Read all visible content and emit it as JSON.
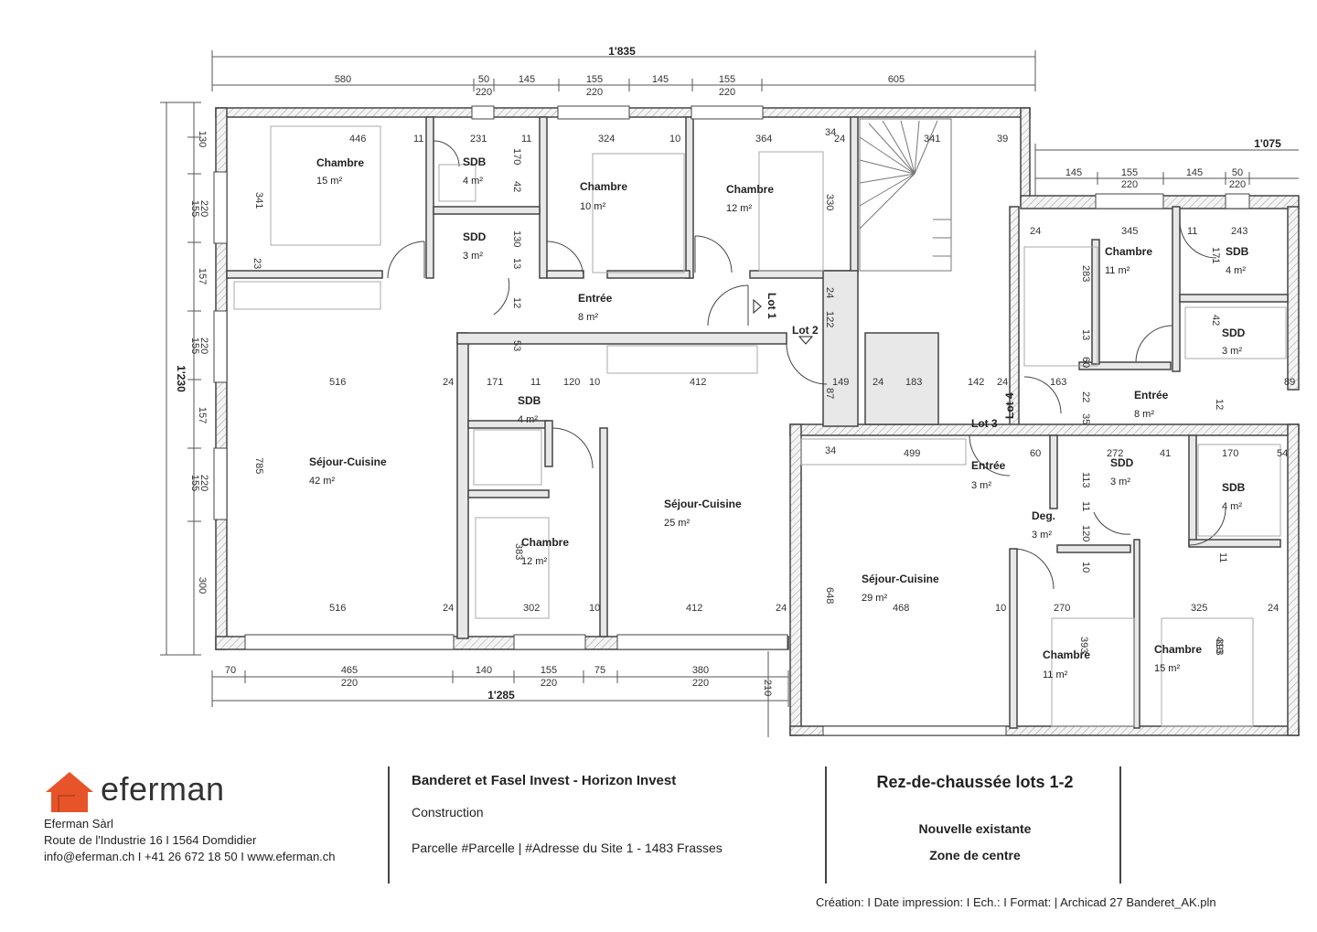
{
  "plan": {
    "dimensions_top": {
      "total": "1'835",
      "row1": [
        "580",
        "50",
        "145",
        "155",
        "145",
        "155",
        "605"
      ],
      "row1_sub": [
        "220",
        "220",
        "220"
      ]
    },
    "dimension_left_total": "1'230",
    "dimensions_left": [
      "130",
      "155",
      "220",
      "157",
      "155",
      "220",
      "157",
      "155",
      "220",
      "300"
    ],
    "dimension_right_top": "1'075",
    "dimensions_right": [
      "145",
      "155",
      "145",
      "50"
    ],
    "dimensions_right_sub": [
      "220",
      "220"
    ],
    "dimension_bottom_total": "1'285",
    "dimensions_bottom": [
      "70",
      "465",
      "140",
      "155",
      "75",
      "380"
    ],
    "dimensions_bottom_sub": [
      "220",
      "220",
      "220"
    ],
    "dimension_bottom_side": "210",
    "interior_dims": [
      "446",
      "11",
      "231",
      "11",
      "324",
      "10",
      "364",
      "24",
      "341",
      "39",
      "34",
      "341",
      "23",
      "170",
      "42",
      "330",
      "130",
      "13",
      "12",
      "516",
      "24",
      "171",
      "11",
      "120",
      "10",
      "412",
      "149",
      "24",
      "183",
      "142",
      "24",
      "163",
      "89",
      "785",
      "516",
      "24",
      "302",
      "10",
      "412",
      "24",
      "499",
      "60",
      "272",
      "41",
      "170",
      "54",
      "648",
      "468",
      "10",
      "270",
      "325",
      "24",
      "393",
      "413",
      "283",
      "345",
      "243",
      "11",
      "171",
      "24",
      "42",
      "13",
      "60",
      "22",
      "35",
      "12",
      "113",
      "11",
      "120",
      "10",
      "11",
      "393",
      "383",
      "53",
      "34",
      "24",
      "122",
      "87"
    ],
    "rooms": [
      {
        "name": "Chambre",
        "area": "15 m²"
      },
      {
        "name": "SDB",
        "area": "4 m²"
      },
      {
        "name": "SDD",
        "area": "3 m²"
      },
      {
        "name": "Chambre",
        "area": "10 m²"
      },
      {
        "name": "Chambre",
        "area": "12 m²"
      },
      {
        "name": "Entrée",
        "area": "8 m²"
      },
      {
        "name": "Séjour-Cuisine",
        "area": "42 m²"
      },
      {
        "name": "SDB",
        "area": "4 m²"
      },
      {
        "name": "Séjour-Cuisine",
        "area": "25 m²"
      },
      {
        "name": "Chambre",
        "area": "12 m²"
      },
      {
        "name": "Chambre",
        "area": "11 m²"
      },
      {
        "name": "SDB",
        "area": "4 m²"
      },
      {
        "name": "SDD",
        "area": "3 m²"
      },
      {
        "name": "Entrée",
        "area": "8 m²"
      },
      {
        "name": "Entrée",
        "area": "3 m²"
      },
      {
        "name": "SDD",
        "area": "3 m²"
      },
      {
        "name": "SDB",
        "area": "4 m²"
      },
      {
        "name": "Deg.",
        "area": "3 m²"
      },
      {
        "name": "Séjour-Cuisine",
        "area": "29 m²"
      },
      {
        "name": "Chambre",
        "area": "11 m²"
      },
      {
        "name": "Chambre",
        "area": "15 m²"
      }
    ],
    "lots": [
      "Lot 1",
      "Lot 2",
      "Lot 3",
      "Lot 4"
    ]
  },
  "titleblock": {
    "brand": "eferman",
    "company": "Eferman Sàrl",
    "address": "Route de l'Industrie 16 I 1564 Domdidier",
    "contact": "info@eferman.ch I +41 26 672 18 50 I www.eferman.ch",
    "client": "Banderet et Fasel Invest - Horizon Invest",
    "phase": "Construction",
    "parcel": "Parcelle #Parcelle  |  #Adresse du Site 1 - 1483 Frasses",
    "sheet_title": "Rez-de-chaussée lots 1-2",
    "status1": "Nouvelle existante",
    "status2": "Zone de centre",
    "footer": "Création:  I Date impression:  I Ech.:  I Format:  |  Archicad 27 Banderet_AK.pln"
  },
  "colors": {
    "brand_orange": "#e8542a",
    "wall": "#444444"
  }
}
